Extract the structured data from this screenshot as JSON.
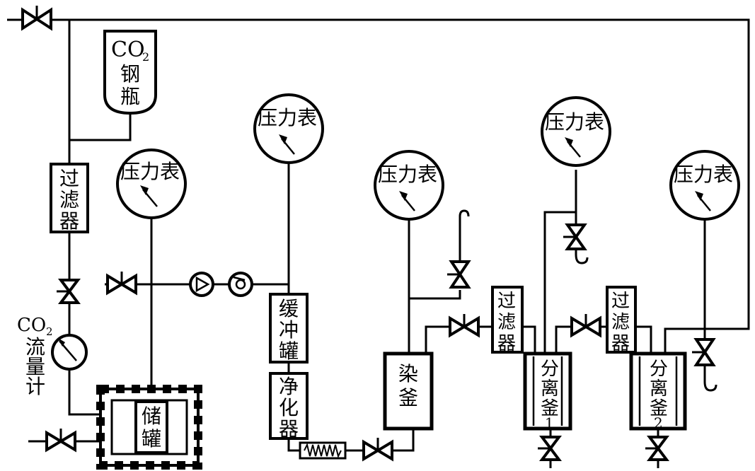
{
  "labels": {
    "co2_cylinder_l1": "CO",
    "co2_cylinder_sub": "2",
    "co2_cylinder_l2": "钢",
    "co2_cylinder_l3": "瓶",
    "filter_left_1": "过",
    "filter_left_2": "滤",
    "filter_left_3": "器",
    "flowmeter_l1": "CO",
    "flowmeter_sub": "2",
    "flowmeter_l2": "流",
    "flowmeter_l3": "量",
    "flowmeter_l4": "计",
    "storage_1": "储",
    "storage_2": "罐",
    "buffer_1": "缓",
    "buffer_2": "冲",
    "buffer_3": "罐",
    "purifier_1": "净",
    "purifier_2": "化",
    "purifier_3": "器",
    "dye_vessel_1": "染",
    "dye_vessel_2": "釜",
    "filter_mid_1": "过",
    "filter_mid_2": "滤",
    "filter_mid_3": "器",
    "filter_right_1": "过",
    "filter_right_2": "滤",
    "filter_right_3": "器",
    "sep1_1": "分",
    "sep1_2": "离",
    "sep1_3": "釜",
    "sep1_4": "1",
    "sep2_1": "分",
    "sep2_2": "离",
    "sep2_3": "釜",
    "sep2_4": "2"
  },
  "gauges": [
    {
      "label": "压力表"
    },
    {
      "label": "压力表"
    },
    {
      "label": "压力表"
    },
    {
      "label": "压力表"
    },
    {
      "label": "压力表"
    }
  ]
}
